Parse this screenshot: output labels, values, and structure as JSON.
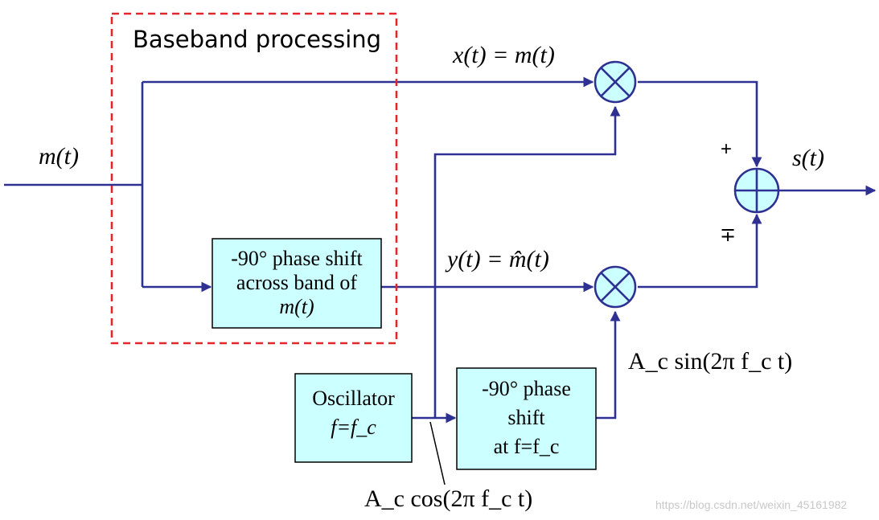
{
  "baseband_label": "Baseband processing",
  "labels": {
    "m_t": "m(t)",
    "x_t": "x(t) = m(t)",
    "y_t": "y(t) = m̂(t)",
    "s_t": "s(t)",
    "sin_carrier": "A_c sin(2π f_c t)",
    "cos_carrier": "A_c cos(2π f_c t)",
    "plus": "+",
    "minus_plus": "∓"
  },
  "blocks": {
    "hilbert": [
      "-90° phase shift",
      "across band of",
      "m(t)"
    ],
    "oscillator": [
      "Oscillator",
      "f=f_c"
    ],
    "carrier_shift": [
      "-90° phase",
      "shift",
      "at f=f_c"
    ]
  },
  "watermark": "https://blog.csdn.net/weixin_45161982",
  "colors": {
    "wire": "#2e3192",
    "block_fill": "#ccffff",
    "dashed_region": "#e3262b"
  }
}
